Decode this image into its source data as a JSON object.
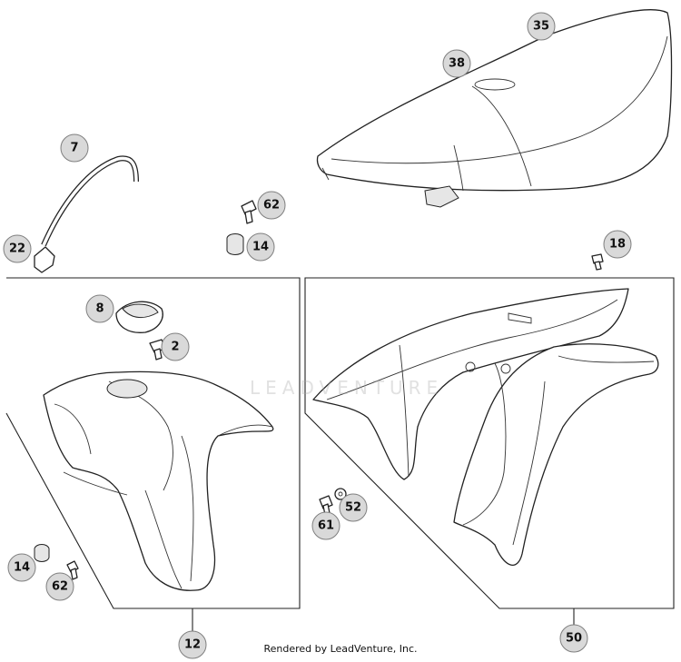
{
  "callouts": {
    "c35": "35",
    "c38": "38",
    "c7": "7",
    "c62a": "62",
    "c14a": "14",
    "c22": "22",
    "c18": "18",
    "c8": "8",
    "c2": "2",
    "c14b": "14",
    "c62b": "62",
    "c12": "12",
    "c52": "52",
    "c61": "61",
    "c50": "50"
  },
  "credit": "Rendered by LeadVenture, Inc.",
  "watermark": "LEADVENTURE"
}
